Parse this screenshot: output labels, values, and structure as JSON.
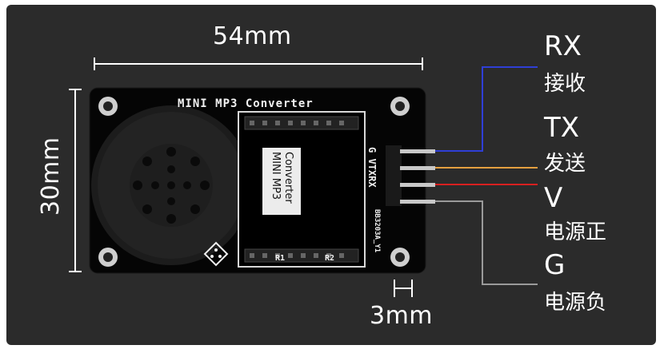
{
  "dimensions": {
    "width": "54mm",
    "height": "30mm",
    "pin_spacing": "3mm"
  },
  "board": {
    "title": "MINI MP3 Converter",
    "module_label_line1": "MINI MP3",
    "module_label_line2": "Converter",
    "pin_header_label": "G VTXRX",
    "part_number": "BB3203A_Y1",
    "resistor_1": "R1",
    "resistor_2": "R2"
  },
  "pins": [
    {
      "name": "RX",
      "desc": "接收",
      "wire_color": "#2f3fd6"
    },
    {
      "name": "TX",
      "desc": "发送",
      "wire_color": "#e5a040"
    },
    {
      "name": "V",
      "desc": "电源正",
      "wire_color": "#d82020"
    },
    {
      "name": "G",
      "desc": "电源负",
      "wire_color": "#9a9a9a"
    }
  ]
}
